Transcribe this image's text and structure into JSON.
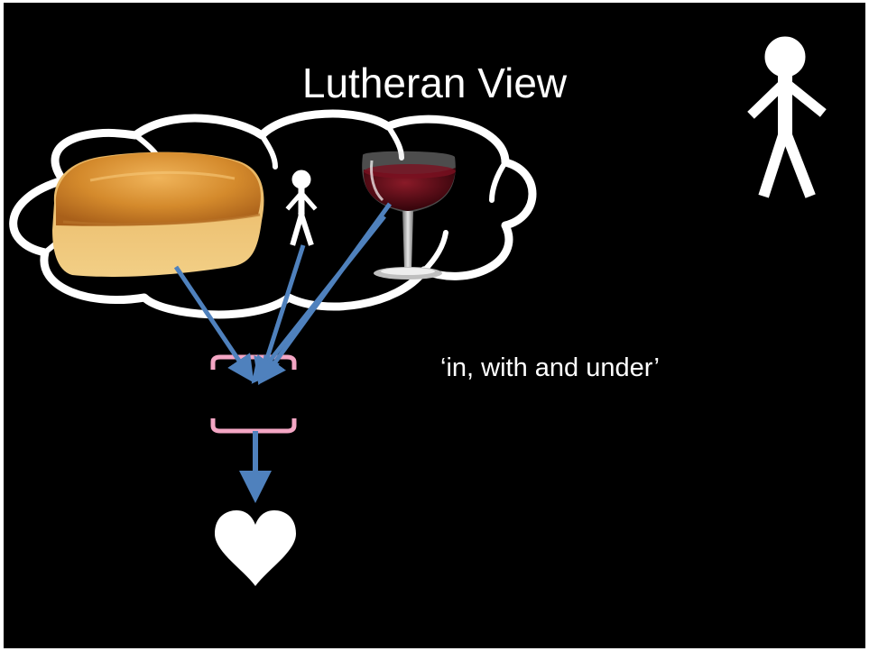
{
  "slide": {
    "title": "Lutheran View",
    "caption": "‘in, with and under’"
  },
  "colors": {
    "background": "#000000",
    "text": "#ffffff",
    "cloud_outline": "#ffffff",
    "arrow": "#4f81bd",
    "bracket": "#f4a6c4",
    "heart": "#ffffff",
    "bread": "#d9963a",
    "wine": "#5a0a14"
  },
  "icons": {
    "person_large": "stick-figure-icon",
    "person_small": "stick-figure-icon",
    "bread": "bread-loaf-image",
    "wine": "wine-glass-image",
    "heart": "heart-icon"
  }
}
